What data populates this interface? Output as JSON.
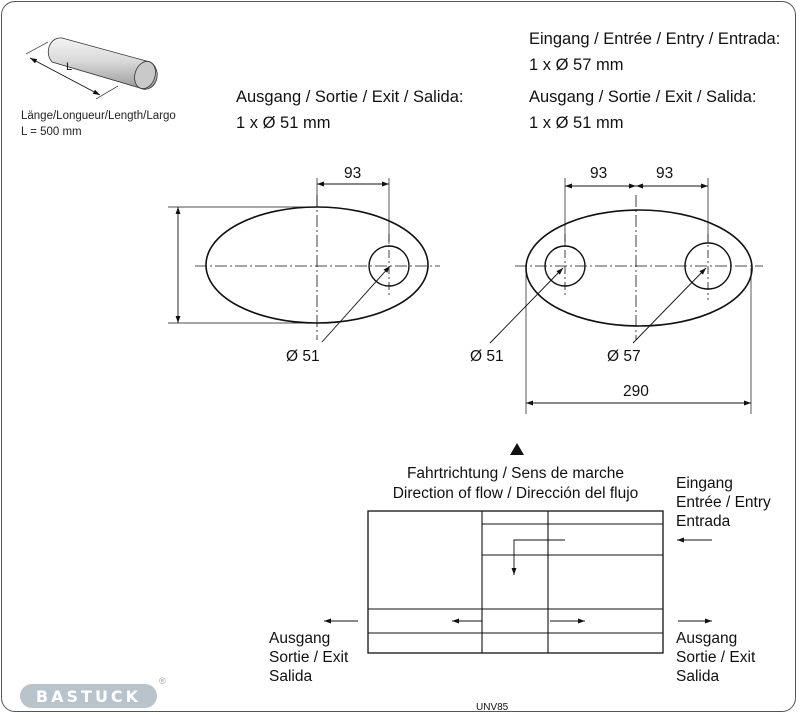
{
  "pipe": {
    "dim_letter": "L",
    "length_caption": "Länge/Longueur/Length/Largo",
    "length_value": "L = 500 mm"
  },
  "left_view": {
    "outlet_title": "Ausgang / Sortie / Exit / Salida:",
    "outlet_spec": "1 x Ø 51 mm",
    "dim_offset": "93",
    "hole_label": "Ø 51"
  },
  "right_view": {
    "inlet_title": "Eingang / Entrée / Entry / Entrada:",
    "inlet_spec": "1 x Ø 57 mm",
    "outlet_title": "Ausgang / Sortie / Exit / Salida:",
    "outlet_spec": "1 x Ø 51 mm",
    "dim_offset_left": "93",
    "dim_offset_right": "93",
    "hole_left_label": "Ø 51",
    "hole_right_label": "Ø 57",
    "width": "290"
  },
  "flow": {
    "line1": "Fahrtrichtung / Sens de marche",
    "line2": "Direction of flow / Dirección del flujo",
    "inlet": [
      "Eingang",
      "Entrée / Entry",
      "Entrada"
    ],
    "outlet_left": [
      "Ausgang",
      "Sortie / Exit",
      "Salida"
    ],
    "outlet_right": [
      "Ausgang",
      "Sortie / Exit",
      "Salida"
    ]
  },
  "brand": {
    "logo": "BASTUCK",
    "registered": "®"
  },
  "part_code": "UNV85"
}
